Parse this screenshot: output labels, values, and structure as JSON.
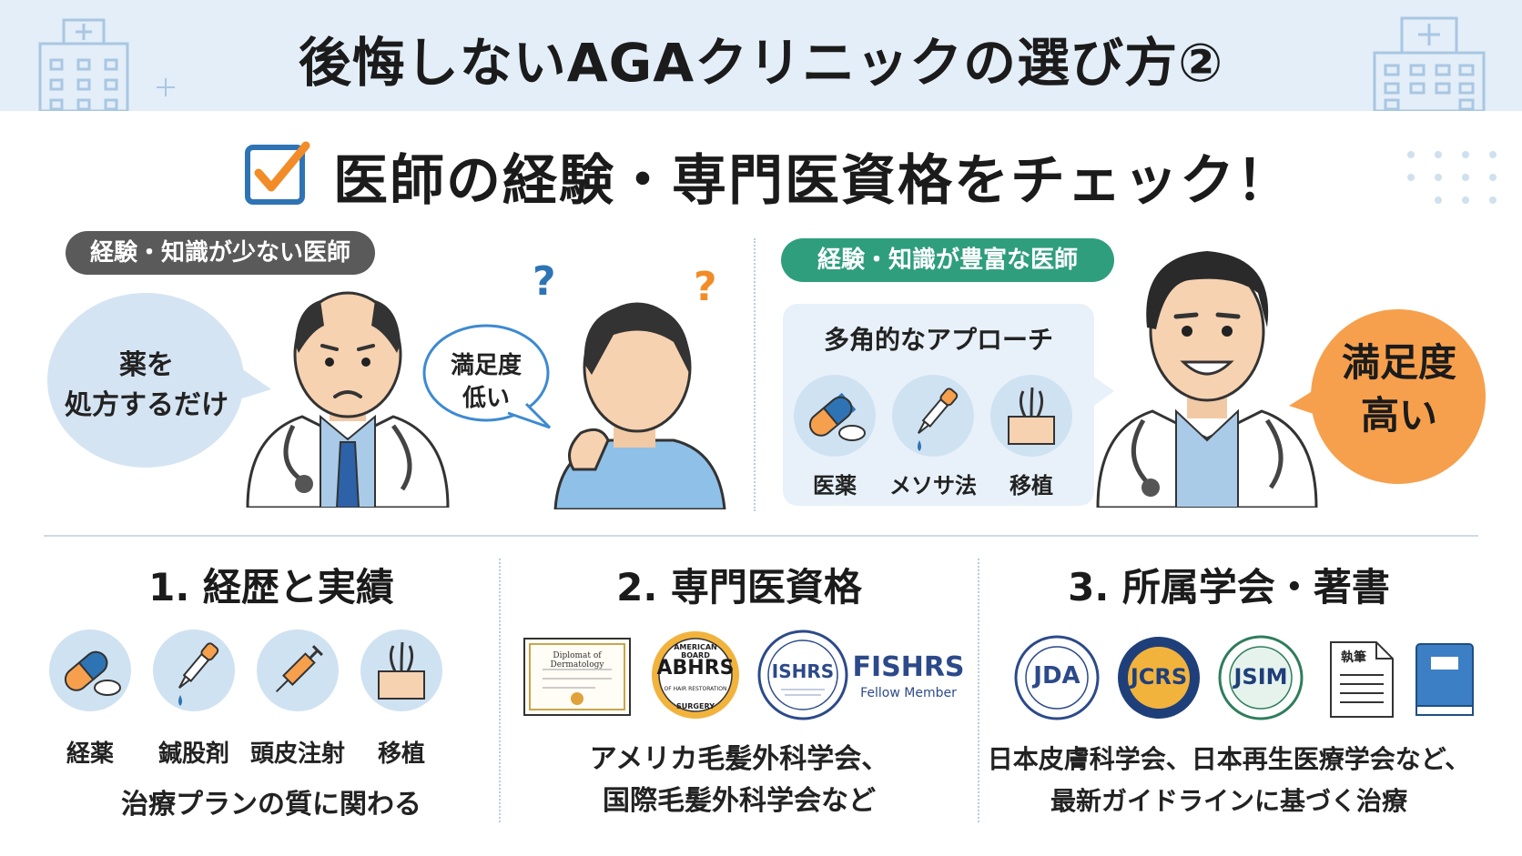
{
  "header": {
    "title": "後悔しないAGAクリニックの選び方②"
  },
  "subtitle": "医師の経験・専門医資格をチェック！",
  "left_panel": {
    "badge": "経験・知識が少ない医師",
    "doctor_speech": [
      "薬を",
      "処方するだけ"
    ],
    "patient_speech": [
      "満足度",
      "低い"
    ]
  },
  "right_panel": {
    "badge": "経験・知識が豊富な医師",
    "approach_title": "多角的なアプローチ",
    "approaches": [
      "医薬",
      "メソサ法",
      "移植"
    ],
    "result": [
      "満足度",
      "高い"
    ]
  },
  "columns": [
    {
      "title": "1. 経歴と実績",
      "icons": [
        "経薬",
        "鍼股剤",
        "頭皮注射",
        "移植"
      ],
      "desc": [
        "治療プランの質に関わる"
      ]
    },
    {
      "title": "2. 専門医資格",
      "certs": {
        "diploma": "Diplomat of Dermatology",
        "abhrs_top": "AMERICAN BOARD",
        "abhrs": "ABHRS",
        "abhrs_sub": "OF HAIR RESTORATION",
        "abhrs_bottom": "SURGERY",
        "ishrs": "ISHRS",
        "fishrs": "FISHRS",
        "fishrs_sub": "Fellow Member"
      },
      "desc": [
        "アメリカ毛髪外科学会、",
        "国際毛髪外科学会など"
      ]
    },
    {
      "title": "3. 所属学会・著書",
      "seals": [
        "JDA",
        "JCRS",
        "JSIM"
      ],
      "doc_label": "執筆",
      "desc": [
        "日本皮膚科学会、日本再生医療学会など、",
        "最新ガイドラインに基づく治療"
      ]
    }
  ],
  "colors": {
    "header_bg": "#e3eef8",
    "gray_badge": "#5a5a5a",
    "green_badge": "#2f9e7c",
    "orange": "#f6a04d",
    "light_blue": "#dce9f5",
    "check_blue": "#2e74b5",
    "check_orange": "#f28c28"
  }
}
